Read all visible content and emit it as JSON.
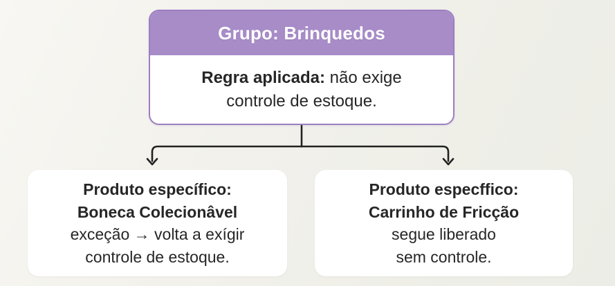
{
  "diagram": {
    "root": {
      "header": "Grupo: Brinquedos",
      "rule_label": "Regra aplicada:",
      "rule_line1_rest": "não exige",
      "rule_line2": "controle de estoque."
    },
    "children": [
      {
        "title_line1": "Produto específico:",
        "title_line2": "Boneca Colecionâvel",
        "body_line1": "exceção → volta a exígir",
        "body_line2": "controle de estoque."
      },
      {
        "title_line1": "Produto especffico:",
        "title_line2": "Carrinho de Fricção",
        "body_line1": "segue liberado",
        "body_line2": "sem controle."
      }
    ],
    "icons": {
      "left_arrowhead": "arrow-down-icon",
      "right_arrowhead": "arrow-down-icon"
    },
    "colors": {
      "header_purple": "#a78cc8",
      "border_purple": "#9b7ec2",
      "background": "#f1f0ea",
      "card_white": "#ffffff",
      "text_dark": "#262626",
      "connector_black": "#222222"
    }
  }
}
